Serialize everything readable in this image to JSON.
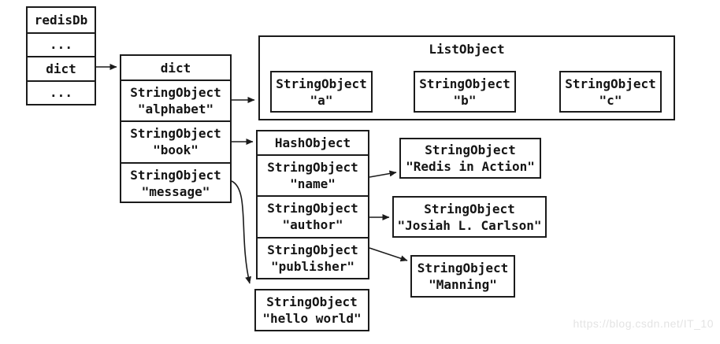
{
  "redisdb": {
    "rows": [
      "redisDb",
      "...",
      "dict",
      "..."
    ]
  },
  "dict": {
    "title": "dict",
    "rows": [
      {
        "line1": "StringObject",
        "line2": "\"alphabet\""
      },
      {
        "line1": "StringObject",
        "line2": "\"book\""
      },
      {
        "line1": "StringObject",
        "line2": "\"message\""
      }
    ]
  },
  "list_object": {
    "title": "ListObject",
    "items": [
      {
        "line1": "StringObject",
        "line2": "\"a\""
      },
      {
        "line1": "StringObject",
        "line2": "\"b\""
      },
      {
        "line1": "StringObject",
        "line2": "\"c\""
      }
    ]
  },
  "hash_object": {
    "title": "HashObject",
    "fields": [
      {
        "line1": "StringObject",
        "line2": "\"name\""
      },
      {
        "line1": "StringObject",
        "line2": "\"author\""
      },
      {
        "line1": "StringObject",
        "line2": "\"publisher\""
      }
    ],
    "values": [
      {
        "line1": "StringObject",
        "line2": "\"Redis in Action\""
      },
      {
        "line1": "StringObject",
        "line2": "\"Josiah L. Carlson\""
      },
      {
        "line1": "StringObject",
        "line2": "\"Manning\""
      }
    ]
  },
  "hello_world": {
    "line1": "StringObject",
    "line2": "\"hello world\""
  },
  "watermark": "https://blog.csdn.net/IT_10",
  "colors": {
    "line": "#1b1b1b",
    "background": "#ffffff",
    "watermark": "#e4e4e4"
  }
}
